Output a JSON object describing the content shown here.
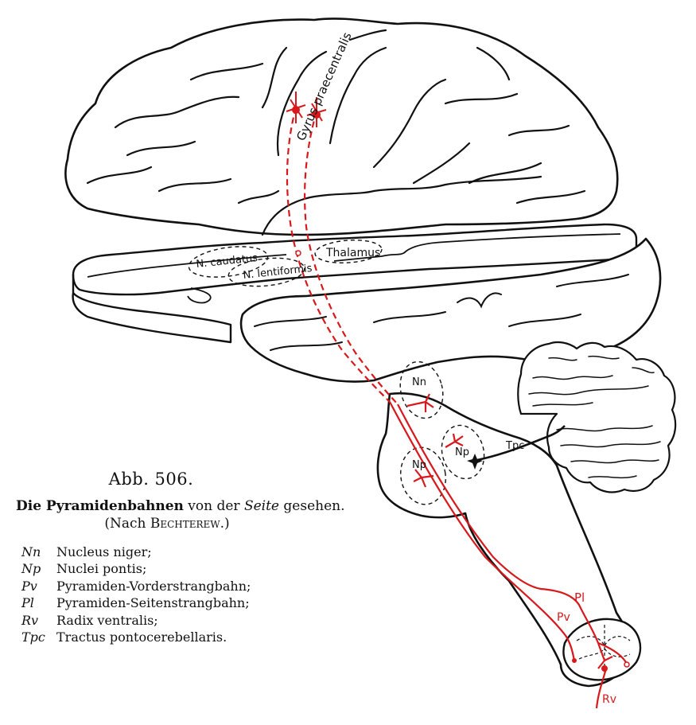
{
  "figure": {
    "number": "Abb. 506.",
    "title_bold": "Die Pyramidenbahnen",
    "title_mid": "von der",
    "title_italic": "Seite",
    "title_end": "gesehen.",
    "subtitle_open": "(Nach",
    "subtitle_author": "Bechterew",
    "subtitle_close": ".)"
  },
  "legend": [
    {
      "abbr": "Nn",
      "text": "Nucleus niger;"
    },
    {
      "abbr": "Np",
      "text": "Nuclei pontis;"
    },
    {
      "abbr": "Pv",
      "text": "Pyramiden-Vorderstrangbahn;"
    },
    {
      "abbr": "Pl",
      "text": "Pyramiden-Seitenstrangbahn;"
    },
    {
      "abbr": "Rv",
      "text": "Radix ventralis;"
    },
    {
      "abbr": "Tpc",
      "text": "Tractus pontocerebellaris."
    }
  ],
  "labels": {
    "gyrus": "Gyrus praecentralis",
    "thalamus": "Thalamus",
    "caudatus": "N. caudatus",
    "lentiformis": "N. lentiformis",
    "nn": "Nn",
    "np_left": "Np",
    "np_right": "Np",
    "tpc": "Tpc",
    "pl": "Pl",
    "pv": "Pv",
    "rv": "Rv"
  },
  "colors": {
    "outline": "#111111",
    "tract": "#d7191c"
  }
}
